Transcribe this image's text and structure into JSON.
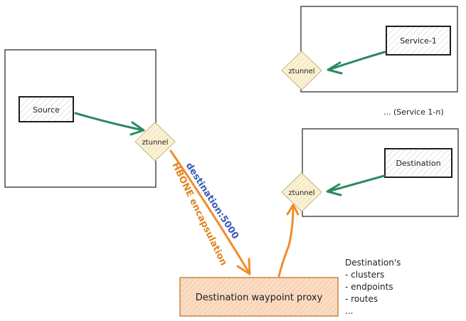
{
  "source_label": "Source",
  "ztunnel_label": "ztunnel",
  "service1_label": "Service-1",
  "destination_label": "Destination",
  "services_note": "... (Service 1-n)",
  "edge_destination_label": "destination:5000",
  "edge_hbone_label": "HBONE encapsulation",
  "waypoint_label": "Destination waypoint proxy",
  "waypoint_notes": {
    "heading": "Destination's",
    "items": [
      "- clusters",
      "- endpoints",
      "- routes",
      "..."
    ]
  },
  "colors": {
    "green_arrow": "#2b8a5e",
    "orange_arrow": "#f08c2b",
    "blue_label": "#3b5bb5",
    "orange_label": "#e0841f",
    "ztunnel_fill": "#fbf1d3",
    "waypoint_fill": "#fbdcc4",
    "waypoint_border": "#c9813f"
  }
}
